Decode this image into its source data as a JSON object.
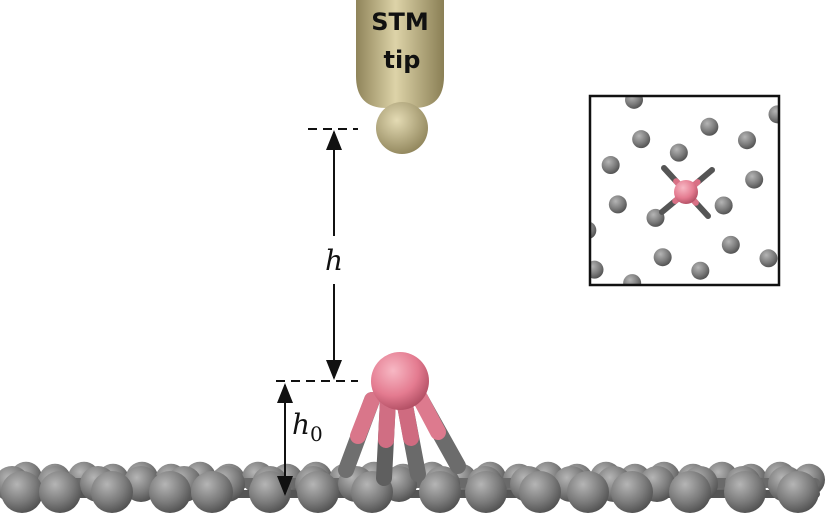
{
  "tip": {
    "line1": "STM",
    "line2": "tip"
  },
  "labels": {
    "h": "h",
    "h0_main": "h",
    "h0_sub": "0"
  },
  "colors": {
    "tip": "#c6bb8c",
    "tip_dark": "#8f845a",
    "carbon": "#7b7b7b",
    "carbon_dark": "#4a4a4a",
    "adatom": "#e67f93",
    "adatom_dark": "#b44e64",
    "line": "#111111"
  }
}
